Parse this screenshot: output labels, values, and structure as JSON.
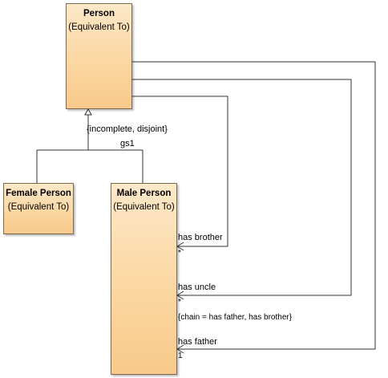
{
  "classes": {
    "person": {
      "name": "Person",
      "stereotype": "(Equivalent To)"
    },
    "female": {
      "name": "Female Person",
      "stereotype": "(Equivalent To)"
    },
    "male": {
      "name": "Male Person",
      "stereotype": "(Equivalent To)"
    }
  },
  "generalization": {
    "constraint": "{incomplete, disjoint}",
    "set_name": "gs1"
  },
  "associations": {
    "brother": {
      "role": "has brother",
      "multiplicity": "*"
    },
    "uncle": {
      "role": "has uncle",
      "multiplicity": "*",
      "chain": "{chain = has father, has brother}"
    },
    "father": {
      "role": "has father",
      "multiplicity": "1"
    }
  }
}
